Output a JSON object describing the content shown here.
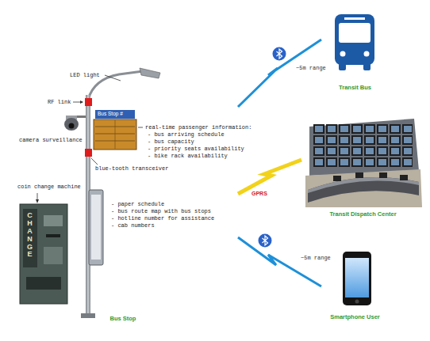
{
  "diagram": {
    "nodes": [
      {
        "text": [
          "Bus Stop"
        ]
      },
      {
        "text": [
          "Transit Bus"
        ]
      },
      {
        "text": [
          "Transit Dispatch Center"
        ]
      },
      {
        "text": [
          "Smartphone User"
        ]
      }
    ],
    "edges": [
      {
        "from": 0,
        "to": 1,
        "label": "~5m range",
        "arrow": "none"
      },
      {
        "from": 0,
        "to": 2,
        "label": "GPRS",
        "arrow": "none"
      },
      {
        "from": 0,
        "to": 3,
        "label": "~5m range",
        "arrow": "none"
      }
    ],
    "labels": [
      "LED light",
      "RF link",
      "Bus Stop #",
      "camera surveillance",
      "real-time passenger information:",
      "- bus arriving schedule",
      "- bus capacity",
      "- priority seats availability",
      "- bike rack availability",
      "blue-tooth transceiver",
      "- paper schedule",
      "- bus route map with bus stops",
      "- hotline number for assistance",
      "- cab numbers",
      "coin change machine",
      "CHANGE"
    ]
  }
}
